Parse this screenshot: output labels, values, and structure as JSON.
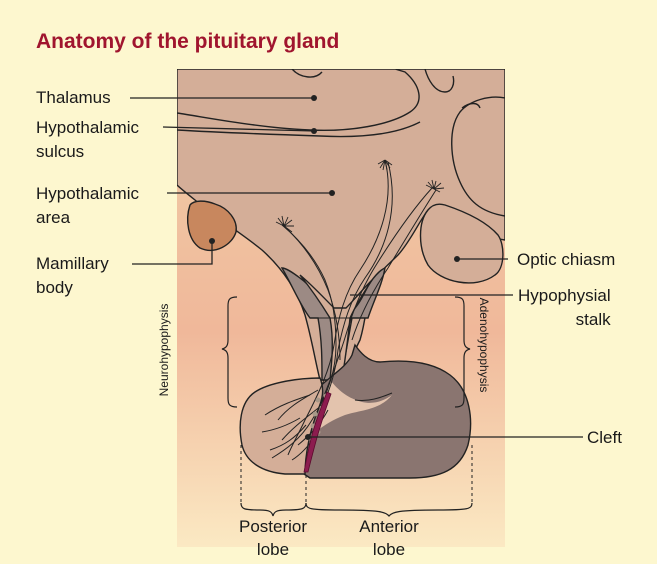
{
  "title": "Anatomy of the pituitary gland",
  "labels": {
    "thalamus": "Thalamus",
    "hypothalamic_sulcus": [
      "Hypothalamic",
      "sulcus"
    ],
    "hypothalamic_area": [
      "Hypothalamic",
      "area"
    ],
    "mamillary_body": [
      "Mamillary",
      "body"
    ],
    "optic_chiasm": "Optic chiasm",
    "hypophysial_stalk": [
      "Hypophysial",
      "stalk"
    ],
    "cleft": "Cleft",
    "neurohypophysis": "Neurohypophysis",
    "adenohypophysis": "Adenohypophysis",
    "posterior_lobe": [
      "Posterior",
      "lobe"
    ],
    "anterior_lobe": [
      "Anterior",
      "lobe"
    ]
  },
  "colors": {
    "background": "#fdf7cf",
    "title": "#a0152e",
    "tissue": "#d4ae98",
    "anterior_lobe": "#8a7570",
    "mamillary": "#c8875e",
    "cleft": "#8c1c4f"
  }
}
